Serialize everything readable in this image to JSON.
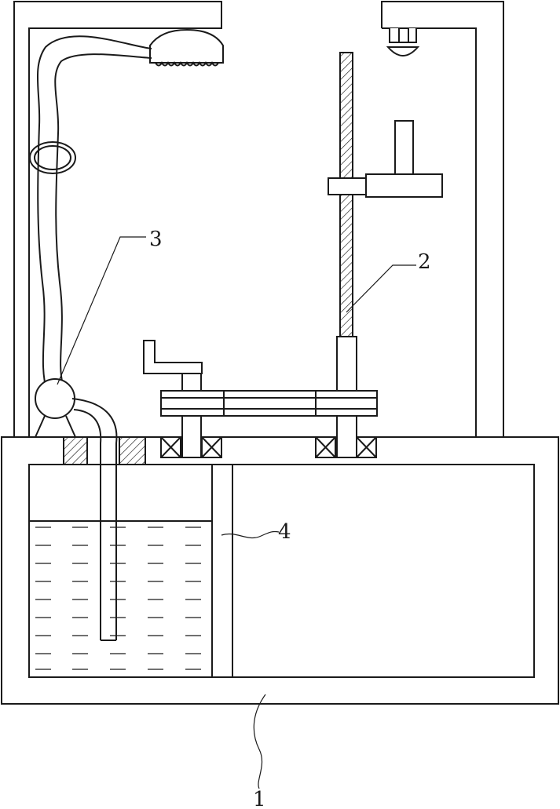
{
  "labels": {
    "base_box": "1",
    "lifting_rod": "2",
    "hose_valve": "3",
    "partition": "4"
  }
}
